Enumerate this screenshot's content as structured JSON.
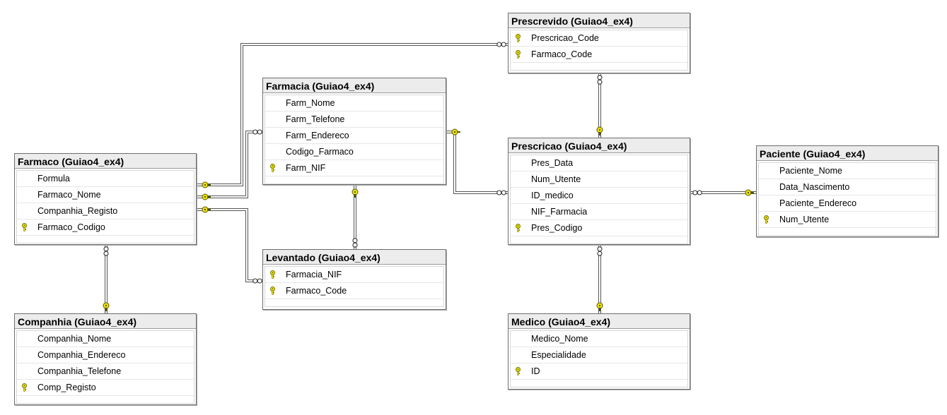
{
  "diagram": {
    "colors": {
      "line": "#555555",
      "key": "#f2e600",
      "title_bg": "#ececec",
      "border": "#6d6d6d"
    },
    "tables": {
      "prescrevido": {
        "title": "Prescrevido (Guiao4_ex4)",
        "columns": [
          {
            "name": "Prescricao_Code",
            "pk": true
          },
          {
            "name": "Farmaco_Code",
            "pk": true
          }
        ]
      },
      "farmacia": {
        "title": "Farmacia (Guiao4_ex4)",
        "columns": [
          {
            "name": "Farm_Nome",
            "pk": false
          },
          {
            "name": "Farm_Telefone",
            "pk": false
          },
          {
            "name": "Farm_Endereco",
            "pk": false
          },
          {
            "name": "Codigo_Farmaco",
            "pk": false
          },
          {
            "name": "Farm_NIF",
            "pk": true
          }
        ]
      },
      "prescricao": {
        "title": "Prescricao (Guiao4_ex4)",
        "columns": [
          {
            "name": "Pres_Data",
            "pk": false
          },
          {
            "name": "Num_Utente",
            "pk": false
          },
          {
            "name": "ID_medico",
            "pk": false
          },
          {
            "name": "NIF_Farmacia",
            "pk": false
          },
          {
            "name": "Pres_Codigo",
            "pk": true
          }
        ]
      },
      "paciente": {
        "title": "Paciente (Guiao4_ex4)",
        "columns": [
          {
            "name": "Paciente_Nome",
            "pk": false
          },
          {
            "name": "Data_Nascimento",
            "pk": false
          },
          {
            "name": "Paciente_Endereco",
            "pk": false
          },
          {
            "name": "Num_Utente",
            "pk": true
          }
        ]
      },
      "farmaco": {
        "title": "Farmaco (Guiao4_ex4)",
        "columns": [
          {
            "name": "Formula",
            "pk": false
          },
          {
            "name": "Farmaco_Nome",
            "pk": false
          },
          {
            "name": "Companhia_Registo",
            "pk": false
          },
          {
            "name": "Farmaco_Codigo",
            "pk": true
          }
        ]
      },
      "levantado": {
        "title": "Levantado (Guiao4_ex4)",
        "columns": [
          {
            "name": "Farmacia_NIF",
            "pk": true
          },
          {
            "name": "Farmaco_Code",
            "pk": true
          }
        ]
      },
      "companhia": {
        "title": "Companhia (Guiao4_ex4)",
        "columns": [
          {
            "name": "Companhia_Nome",
            "pk": false
          },
          {
            "name": "Companhia_Endereco",
            "pk": false
          },
          {
            "name": "Companhia_Telefone",
            "pk": false
          },
          {
            "name": "Comp_Registo",
            "pk": true
          }
        ]
      },
      "medico": {
        "title": "Medico (Guiao4_ex4)",
        "columns": [
          {
            "name": "Medico_Nome",
            "pk": false
          },
          {
            "name": "Especialidade",
            "pk": false
          },
          {
            "name": "ID",
            "pk": true
          }
        ]
      }
    },
    "relationships": [
      {
        "from": "prescrevido",
        "to": "farmaco"
      },
      {
        "from": "farmacia",
        "to": "farmaco"
      },
      {
        "from": "levantado",
        "to": "farmaco"
      },
      {
        "from": "levantado",
        "to": "farmacia"
      },
      {
        "from": "prescrevido",
        "to": "prescricao"
      },
      {
        "from": "prescricao",
        "to": "farmacia"
      },
      {
        "from": "prescricao",
        "to": "paciente"
      },
      {
        "from": "prescricao",
        "to": "medico"
      },
      {
        "from": "farmaco",
        "to": "companhia"
      }
    ]
  }
}
